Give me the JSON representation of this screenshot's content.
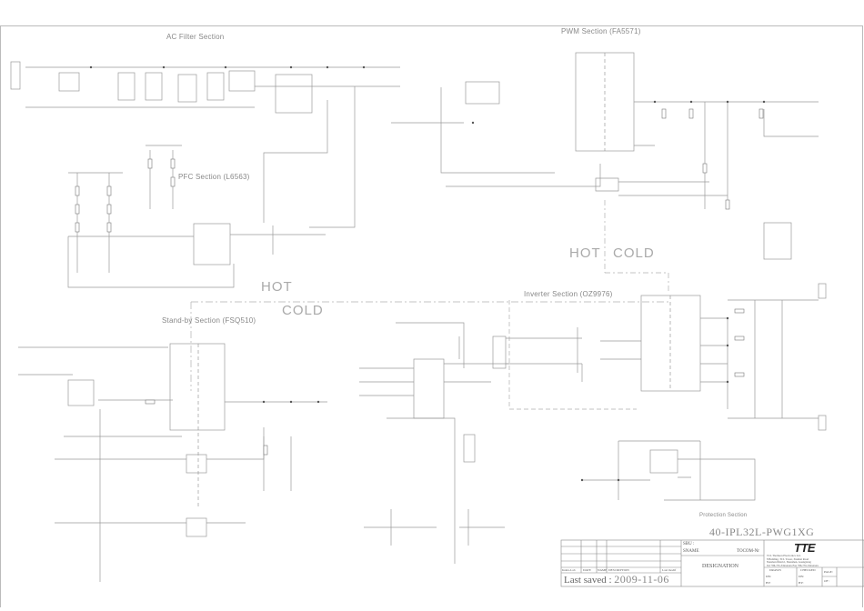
{
  "sections": {
    "ac_filter": "AC Filter Section",
    "pwm": "PWM Section (FA5571)",
    "pfc": "PFC Section (L6563)",
    "standby": "Stand-by Section (FSQ510)",
    "inverter": "Inverter Section (OZ9976)",
    "protection": "Protection Section"
  },
  "zones": {
    "hot_top": "HOT",
    "cold_top": "COLD",
    "hot_mid": "HOT",
    "cold_mid": "COLD"
  },
  "title_block": {
    "model": "40-IPL32L-PWG1XG",
    "sbu_label": "SBU :",
    "sname_label": "SNAME",
    "tocom_label": "TOCOM-Nr",
    "designation_label": "DESIGNATION",
    "rev_headers": [
      "Index-Lab",
      "DATE",
      "NAME",
      "DESCRIPTION",
      "Last modif"
    ],
    "last_saved_label": "Last saved :",
    "last_saved_date": "2009-11-06",
    "company_logo": "TTE",
    "company_address": [
      "TCL Thomson Electronics Ltd.",
      "8 Building, TCL Tower, Xianhai Road",
      "Nanshan District, Shenzhen, Guangdong",
      "Tel +86-755-33xxxxxx  Fax +86-755-33xxxxxx"
    ],
    "drawn_label": "DRAWN",
    "checked_label": "CHECKED",
    "page_label": "PAGE:",
    "of_label": "OF :",
    "dn_label": "DN:",
    "by_label": "BY:"
  },
  "colors": {
    "line": "#9a9a9a",
    "dash": "#b0b0b0",
    "text": "#888888",
    "component": "#333333"
  }
}
